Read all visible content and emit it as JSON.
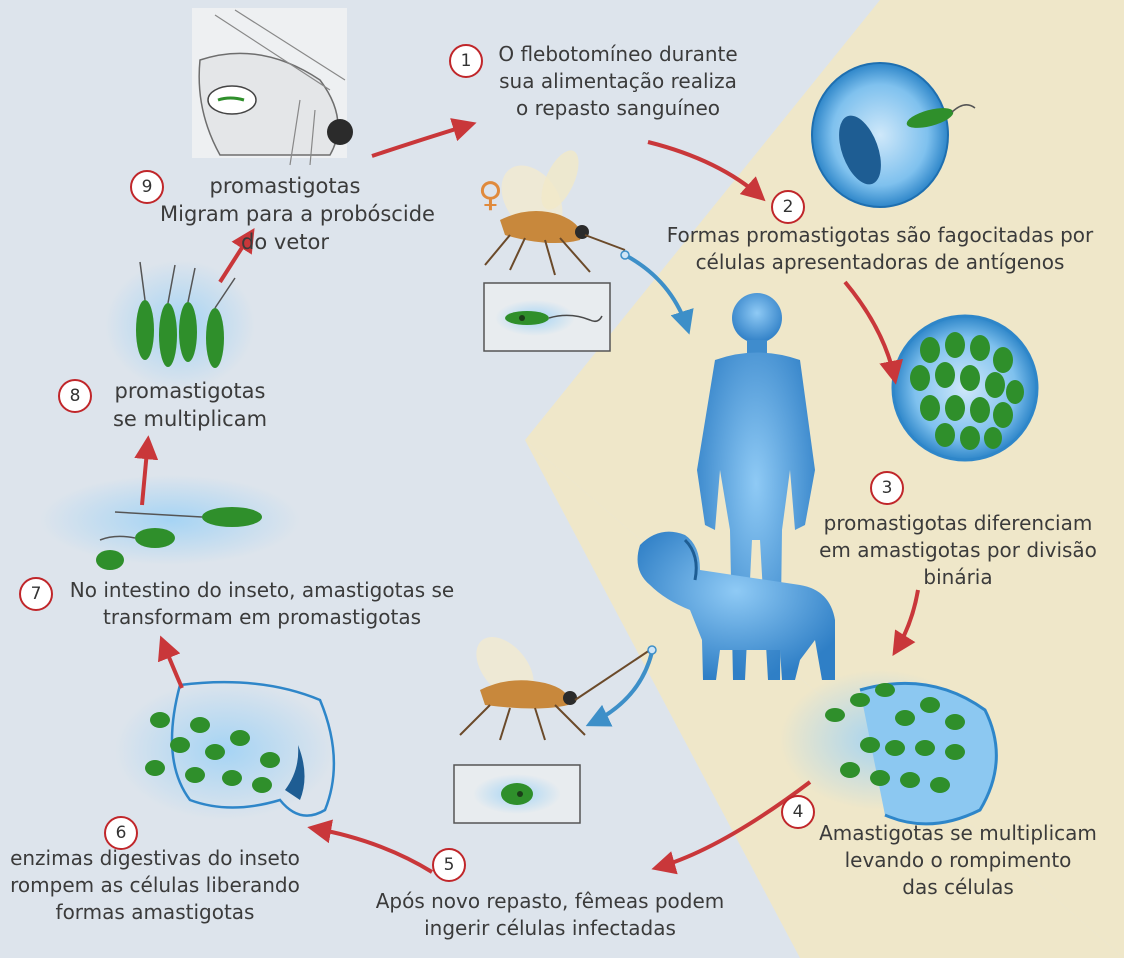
{
  "steps": [
    {
      "number": "1",
      "lines": [
        "O flebotomíneo durante",
        "sua alimentação realiza",
        "o repasto sanguíneo"
      ]
    },
    {
      "number": "2",
      "lines": [
        "Formas promastigotas são fagocitadas por",
        "células apresentadoras de antígenos"
      ]
    },
    {
      "number": "3",
      "lines": [
        "promastigotas diferenciam",
        "em amastigotas por divisão",
        "binária"
      ]
    },
    {
      "number": "4",
      "lines": [
        "Amastigotas se multiplicam",
        "levando o rompimento",
        "das células"
      ]
    },
    {
      "number": "5",
      "lines": [
        "Após novo repasto, fêmeas podem",
        "ingerir células infectadas"
      ]
    },
    {
      "number": "6",
      "lines": [
        "enzimas digestivas do inseto",
        "rompem as células liberando",
        "formas amastigotas"
      ]
    },
    {
      "number": "7",
      "lines": [
        "No intestino do inseto, amastigotas se",
        "transformam em promastigotas"
      ]
    },
    {
      "number": "8",
      "lines": [
        "promastigotas",
        "se multiplicam"
      ]
    },
    {
      "number": "9",
      "lines": [
        "promastigotas",
        "Migram para a probóscide",
        "do vetor"
      ]
    }
  ],
  "female_symbol": "♀",
  "colors": {
    "background_left": "#dde4ec",
    "background_right": "#efe7c9",
    "arrow_red": "#c9373a",
    "arrow_blue": "#3d8fc8",
    "parasite_green": "#2f8f2b",
    "cell_blue": "#4aa6df",
    "number_circle": "#c0262a"
  }
}
